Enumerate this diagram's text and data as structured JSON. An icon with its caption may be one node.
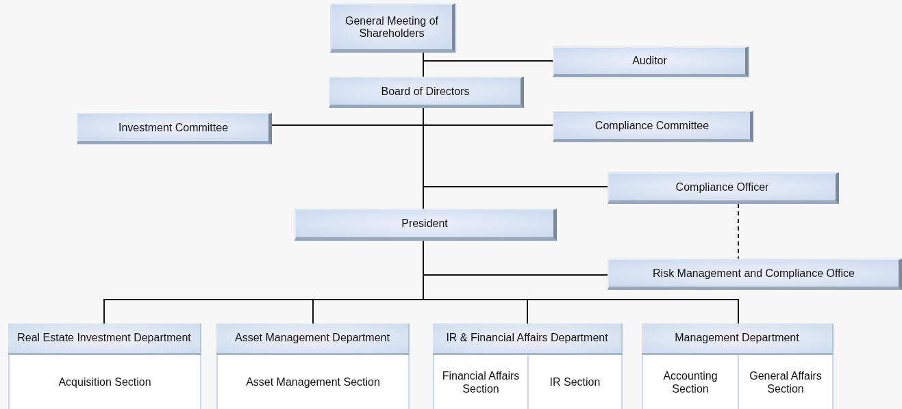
{
  "diagram": {
    "nodes": [
      {
        "text": [
          "General Meeting of Shareholders"
        ]
      },
      {
        "text": [
          "Auditor"
        ]
      },
      {
        "text": [
          "Board of Directors"
        ]
      },
      {
        "text": [
          "Investment Committee"
        ]
      },
      {
        "text": [
          "Compliance Committee"
        ]
      },
      {
        "text": [
          "Compliance Officer"
        ]
      },
      {
        "text": [
          "President"
        ]
      },
      {
        "text": [
          "Risk Management and Compliance Office"
        ]
      },
      {
        "text": [
          "Real Estate Investment Department"
        ]
      },
      {
        "text": [
          "Acquisition Section"
        ],
        "in": 8
      },
      {
        "text": [
          "Asset Management Department"
        ]
      },
      {
        "text": [
          "Asset Management Section"
        ],
        "in": 10
      },
      {
        "text": [
          "IR & Financial Affairs Department"
        ]
      },
      {
        "text": [
          "Financial Affairs Section"
        ],
        "in": 12
      },
      {
        "text": [
          "IR Section"
        ],
        "in": 12
      },
      {
        "text": [
          "Management Department"
        ]
      },
      {
        "text": [
          "Accounting Section"
        ],
        "in": 15
      },
      {
        "text": [
          "General Affairs Section"
        ],
        "in": 15
      }
    ],
    "edges": [
      {
        "from": 0,
        "to": 2,
        "arrow": "none"
      },
      {
        "from": 0,
        "to": 1,
        "arrow": "none"
      },
      {
        "from": 2,
        "to": 3,
        "arrow": "none"
      },
      {
        "from": 2,
        "to": 4,
        "arrow": "none"
      },
      {
        "from": 2,
        "to": 5,
        "arrow": "none"
      },
      {
        "from": 2,
        "to": 6,
        "arrow": "none"
      },
      {
        "from": 5,
        "to": 7,
        "arrow": "none",
        "style": "dashed"
      },
      {
        "from": 6,
        "to": 7,
        "arrow": "none"
      },
      {
        "from": 6,
        "to": 8,
        "arrow": "none"
      },
      {
        "from": 6,
        "to": 10,
        "arrow": "none"
      },
      {
        "from": 6,
        "to": 12,
        "arrow": "none"
      },
      {
        "from": 6,
        "to": 15,
        "arrow": "none"
      }
    ]
  }
}
